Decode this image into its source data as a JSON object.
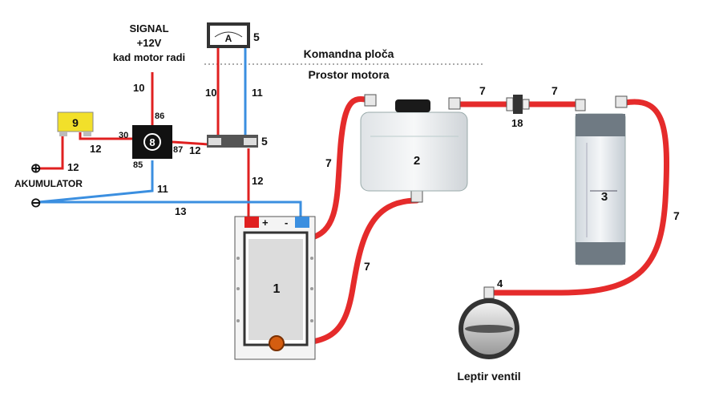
{
  "signal": {
    "line1": "SIGNAL",
    "line2": "+12V",
    "line3": "kad motor radi"
  },
  "zones": {
    "dashboard": "Komandna ploča",
    "engine_bay": "Prostor motora"
  },
  "ammeter": {
    "symbol": "A",
    "number": "5"
  },
  "fuse": {
    "number": "9"
  },
  "relay": {
    "number": "8",
    "pin_86": "86",
    "pin_30": "30",
    "pin_87": "87",
    "pin_85": "85"
  },
  "battery": {
    "label": "AKUMULATOR",
    "plus": "⊕",
    "minus": "⊖"
  },
  "shunt": {
    "number": "5"
  },
  "generator": {
    "number": "1",
    "plus": "+",
    "minus": "-"
  },
  "tank": {
    "number": "2"
  },
  "filter": {
    "number": "3"
  },
  "nipple": {
    "number": "4"
  },
  "valve": {
    "number": "18",
    "label": "Leptir ventil"
  },
  "wires": {
    "w10_top": "10",
    "w10_mid": "10",
    "w11_mid": "11",
    "w12_fuse": "12",
    "w12_batt": "12",
    "w12_relay": "12",
    "w12_gen": "12",
    "w11_gnd": "11",
    "w13": "13"
  },
  "hoses": {
    "h7_a": "7",
    "h7_b": "7",
    "h7_c": "7",
    "h7_d": "7",
    "h7_e": "7"
  },
  "colors": {
    "wire_red": "#e02020",
    "wire_blue": "#3b8fe0",
    "hose": "#e52b2b",
    "fuse_yellow": "#f2e02a"
  }
}
